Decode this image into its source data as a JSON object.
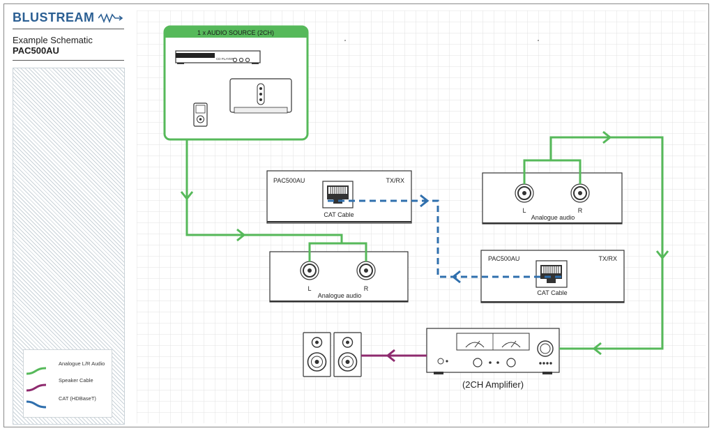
{
  "header": {
    "brand": "BLUSTREAM",
    "title": "Example Schematic",
    "model": "PAC500AU"
  },
  "legend": {
    "items": [
      {
        "label": "Analogue L/R Audio",
        "color": "#56b95a"
      },
      {
        "label": "Speaker Cable",
        "color": "#8e2a6e"
      },
      {
        "label": "CAT (HDBaseT)",
        "color": "#2f6fad"
      }
    ]
  },
  "source": {
    "title": "1 x AUDIO SOURCE (2CH)",
    "cd_label": "CD PLAYER"
  },
  "devices": {
    "tx": {
      "name": "PAC500AU",
      "mode": "TX/RX",
      "cat_label": "CAT Cable"
    },
    "rx": {
      "name": "PAC500AU",
      "mode": "TX/RX",
      "cat_label": "CAT Cable"
    },
    "audio_top": {
      "left": "L",
      "right": "R",
      "label": "Analogue audio"
    },
    "audio_bottom": {
      "left": "L",
      "right": "R",
      "label": "Analogue audio"
    }
  },
  "amplifier": {
    "label": "(2CH Amplifier)"
  },
  "colors": {
    "green": "#56b95a",
    "purple": "#8e2a6e",
    "blue": "#2f6fad",
    "grid": "#e2e2e2"
  }
}
